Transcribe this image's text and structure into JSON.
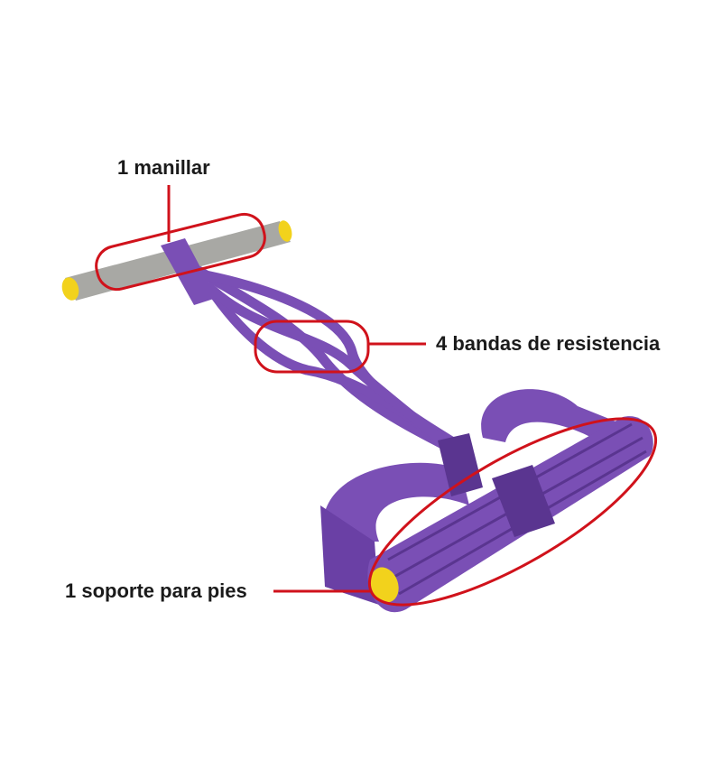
{
  "labels": {
    "handle": "1 manillar",
    "bands": "4 bandas de resistencia",
    "foot_support": "1 soporte para pies"
  },
  "colors": {
    "callout": "#d0121b",
    "purple": "#7a4fb5",
    "purple_dark": "#5a3590",
    "gray": "#a8a8a4",
    "yellow": "#f2d21c"
  }
}
